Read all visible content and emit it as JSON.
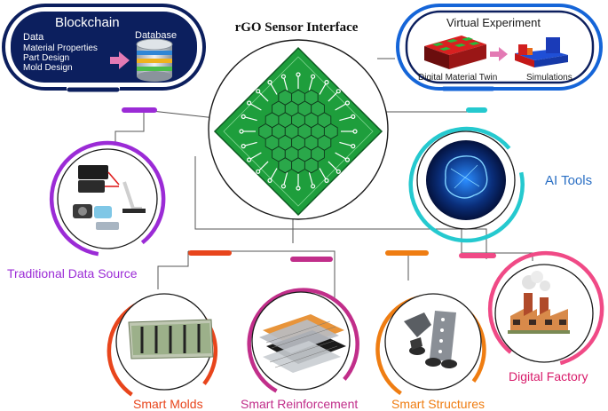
{
  "center": {
    "title": "rGO Sensor Interface"
  },
  "blockchain": {
    "title": "Blockchain",
    "database_label": "Database",
    "items": [
      "Data",
      "Material Properties",
      "Part Design",
      "Mold Design"
    ]
  },
  "virtual_experiment": {
    "title": "Virtual Experiment",
    "twin_label": "Digital Material Twin",
    "sim_label": "Simulations"
  },
  "nodes": {
    "traditional": "Traditional Data Source",
    "ai": "AI Tools",
    "factory": "Digital Factory",
    "molds": "Smart Molds",
    "reinforcement": "Smart Reinforcement",
    "structures": "Smart Structures"
  },
  "colors": {
    "purple": "#9b2bd6",
    "cyan": "#25c9cf",
    "pink": "#f04a86",
    "red": "#e8451c",
    "magenta": "#c12e8a",
    "orange": "#ef7d12",
    "navy": "#0c1f5e",
    "blue": "#1565d8",
    "ai_text": "#2a6fc4"
  }
}
